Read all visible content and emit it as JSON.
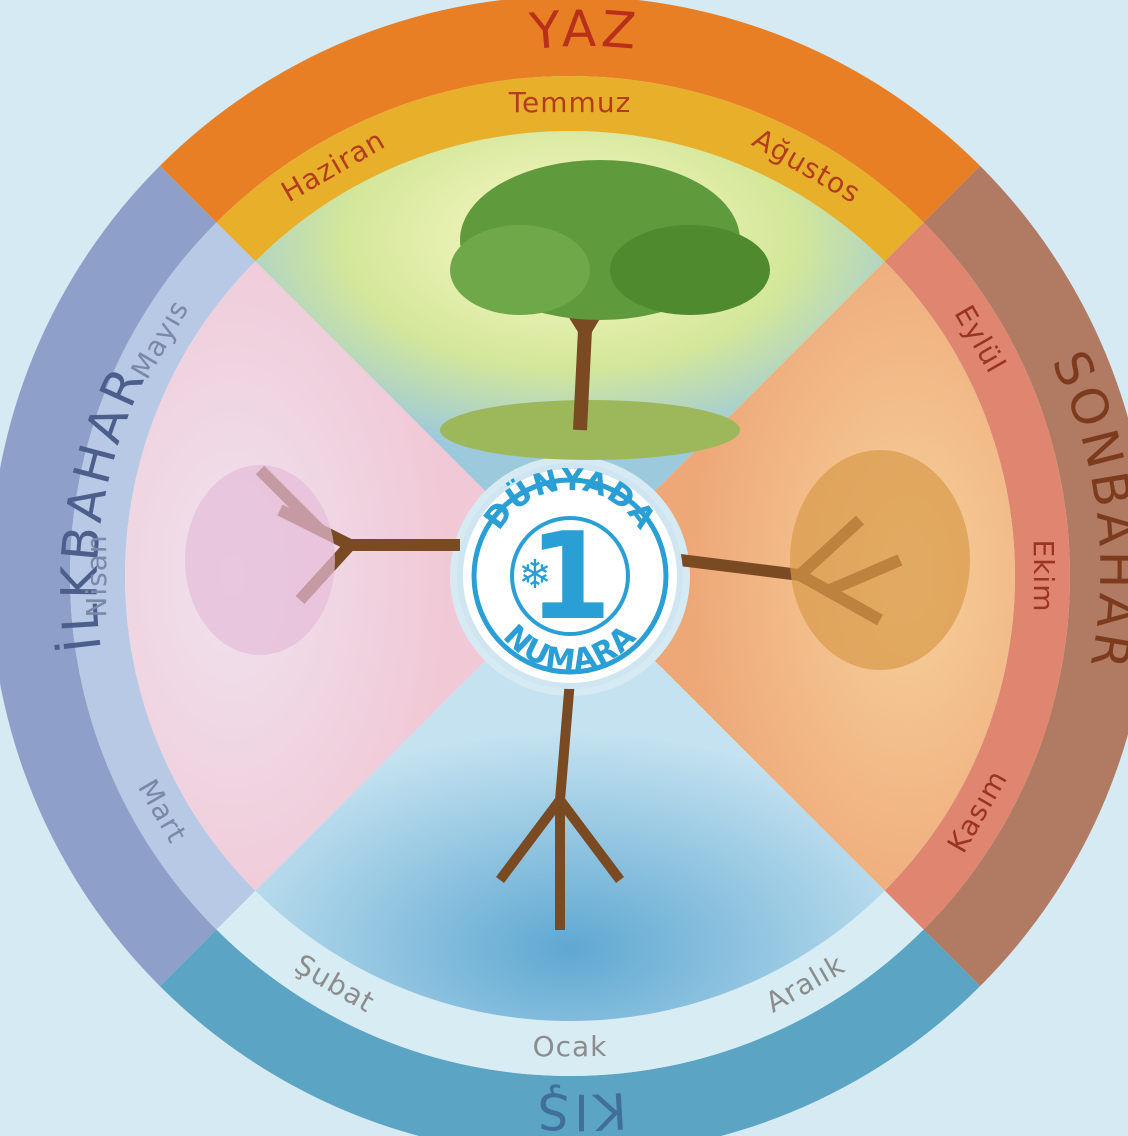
{
  "seasons": [
    {
      "key": "yaz",
      "label": "YAZ",
      "color": "#e97f24",
      "inner_color": "#e8b02a",
      "months": [
        "Haziran",
        "Temmuz",
        "Ağustos"
      ]
    },
    {
      "key": "sonbahar",
      "label": "SONBAHAR",
      "color": "#b17a63",
      "inner_color": "#e08670",
      "months": [
        "Eylül",
        "Ekim",
        "Kasım"
      ]
    },
    {
      "key": "kis",
      "label": "KIŞ",
      "color": "#5ba4c4",
      "inner_color": "#d8ecf4",
      "months": [
        "Aralık",
        "Ocak",
        "Şubat"
      ]
    },
    {
      "key": "ilkbahar",
      "label": "İLKBAHAR",
      "color": "#8ea0c9",
      "inner_color": "#b7c9e4",
      "months": [
        "Mart",
        "Nisan",
        "Mayıs"
      ]
    }
  ],
  "logo": {
    "top_text": "DÜNYADA",
    "bottom_text": "NUMARA",
    "number": "1",
    "color": "#2a9fd6",
    "icon": "snowflake-icon"
  },
  "colors": {
    "summer_fill": "#c9e28a",
    "autumn_fill": "#f3c48c",
    "winter_fill": "#8cc4e0",
    "spring_fill": "#f1d3df",
    "trunk": "#7a4a22"
  }
}
